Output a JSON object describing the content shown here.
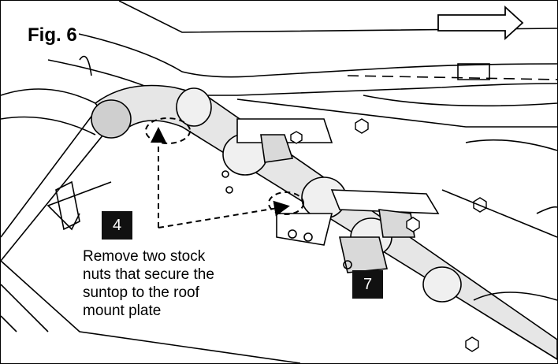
{
  "figure": {
    "label": "Fig. 6",
    "callouts": [
      {
        "id": "4",
        "text": "4"
      },
      {
        "id": "7",
        "text": "7"
      }
    ],
    "instruction": "Remove two stock\nnuts that secure the\nsuntop to the roof\nmount plate",
    "direction_arrow_icon": "right-arrow-outline",
    "colors": {
      "line": "#000000",
      "shading": "#d9d9d9",
      "callout_bg": "#111111",
      "callout_text": "#ffffff"
    }
  }
}
